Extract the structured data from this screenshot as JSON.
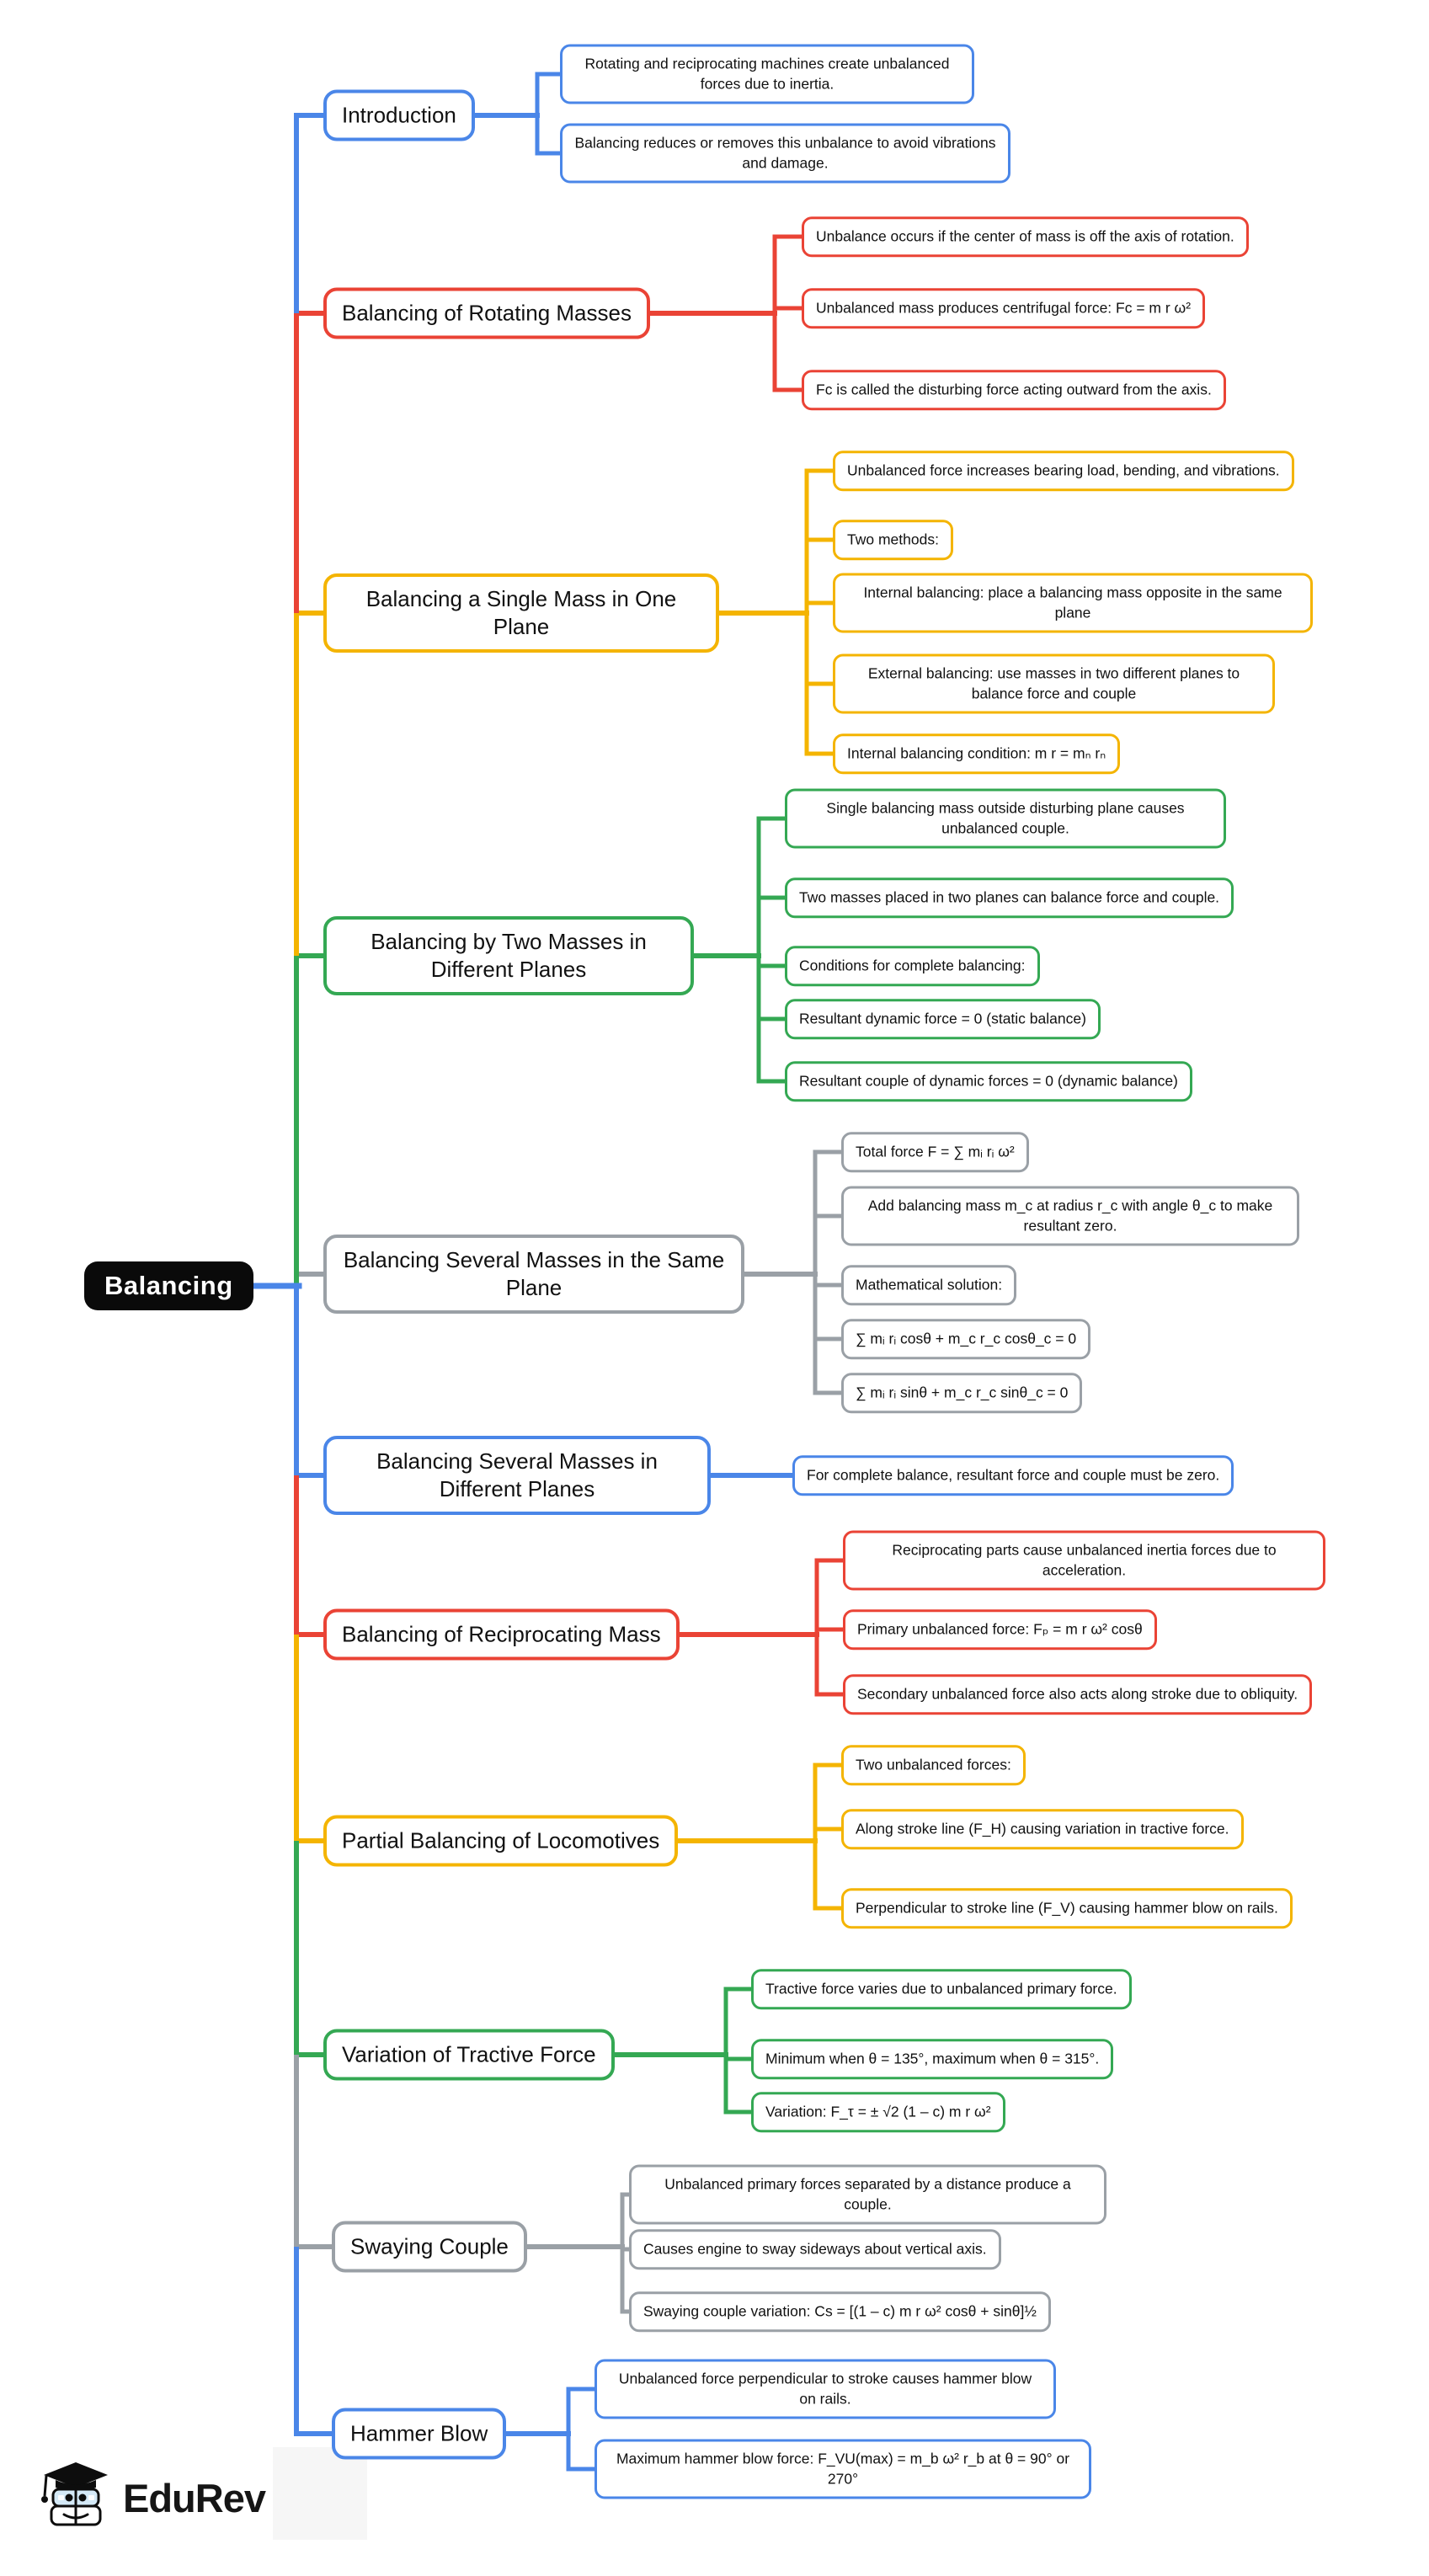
{
  "colors": {
    "blue": "#4a86e8",
    "red": "#ea4335",
    "yellow": "#f4b400",
    "green": "#34a853",
    "gray": "#9aa0a6",
    "root_bg": "#0a0a0a",
    "root_text": "#ffffff"
  },
  "root": {
    "label": "Balancing"
  },
  "branches": [
    {
      "label": "Introduction",
      "color": "blue",
      "children": [
        "Rotating and reciprocating machines create unbalanced forces due to inertia.",
        "Balancing reduces or removes this unbalance to avoid vibrations and damage."
      ]
    },
    {
      "label": "Balancing of Rotating Masses",
      "color": "red",
      "children": [
        "Unbalance occurs if the center of mass is off the axis of rotation.",
        "Unbalanced mass produces centrifugal force: Fc = m r ω²",
        "Fc is called the disturbing force acting outward from the axis."
      ]
    },
    {
      "label": "Balancing a Single Mass in One Plane",
      "color": "yellow",
      "children": [
        "Unbalanced force increases bearing load, bending, and vibrations.",
        "Two methods:",
        "Internal balancing: place a balancing mass opposite in the same plane",
        "External balancing: use masses in two different planes to balance force and couple",
        "Internal balancing condition: m r = mₙ rₙ"
      ]
    },
    {
      "label": "Balancing by Two Masses in Different Planes",
      "color": "green",
      "children": [
        "Single balancing mass outside disturbing plane causes unbalanced couple.",
        "Two masses placed in two planes can balance force and couple.",
        "Conditions for complete balancing:",
        "Resultant dynamic force = 0 (static balance)",
        "Resultant couple of dynamic forces = 0 (dynamic balance)"
      ]
    },
    {
      "label": "Balancing Several Masses in the Same Plane",
      "color": "gray",
      "children": [
        "Total force F = ∑ mᵢ rᵢ ω²",
        "Add balancing mass m_c at radius r_c with angle θ_c to make resultant zero.",
        "Mathematical solution:",
        "∑ mᵢ rᵢ cosθ + m_c r_c cosθ_c = 0",
        "∑ mᵢ rᵢ sinθ + m_c r_c sinθ_c = 0"
      ]
    },
    {
      "label": "Balancing Several Masses in Different Planes",
      "color": "blue",
      "children": [
        "For complete balance, resultant force and couple must be zero."
      ]
    },
    {
      "label": "Balancing of Reciprocating Mass",
      "color": "red",
      "children": [
        "Reciprocating parts cause unbalanced inertia forces due to acceleration.",
        "Primary unbalanced force: Fₚ = m r ω² cosθ",
        "Secondary unbalanced force also acts along stroke due to obliquity."
      ]
    },
    {
      "label": "Partial Balancing of Locomotives",
      "color": "yellow",
      "children": [
        "Two unbalanced forces:",
        "Along stroke line (F_H) causing variation in tractive force.",
        "Perpendicular to stroke line (F_V) causing hammer blow on rails."
      ]
    },
    {
      "label": "Variation of Tractive Force",
      "color": "green",
      "children": [
        "Tractive force varies due to unbalanced primary force.",
        "Minimum when θ = 135°, maximum when θ = 315°.",
        "Variation: F_τ = ± √2 (1 – c) m r ω²"
      ]
    },
    {
      "label": "Swaying Couple",
      "color": "gray",
      "children": [
        "Unbalanced primary forces separated by a distance produce a couple.",
        "Causes engine to sway sideways about vertical axis.",
        "Swaying couple variation: Cs = [(1 – c) m r ω² cosθ + sinθ]½"
      ]
    },
    {
      "label": "Hammer Blow",
      "color": "blue",
      "children": [
        "Unbalanced force perpendicular to stroke causes hammer blow on rails.",
        "Maximum hammer blow force: F_VU(max) = m_b ω² r_b at θ = 90° or 270°"
      ]
    }
  ],
  "logo": {
    "brand": "EduRev",
    "icon": "graduation-cap-books-mascot"
  }
}
